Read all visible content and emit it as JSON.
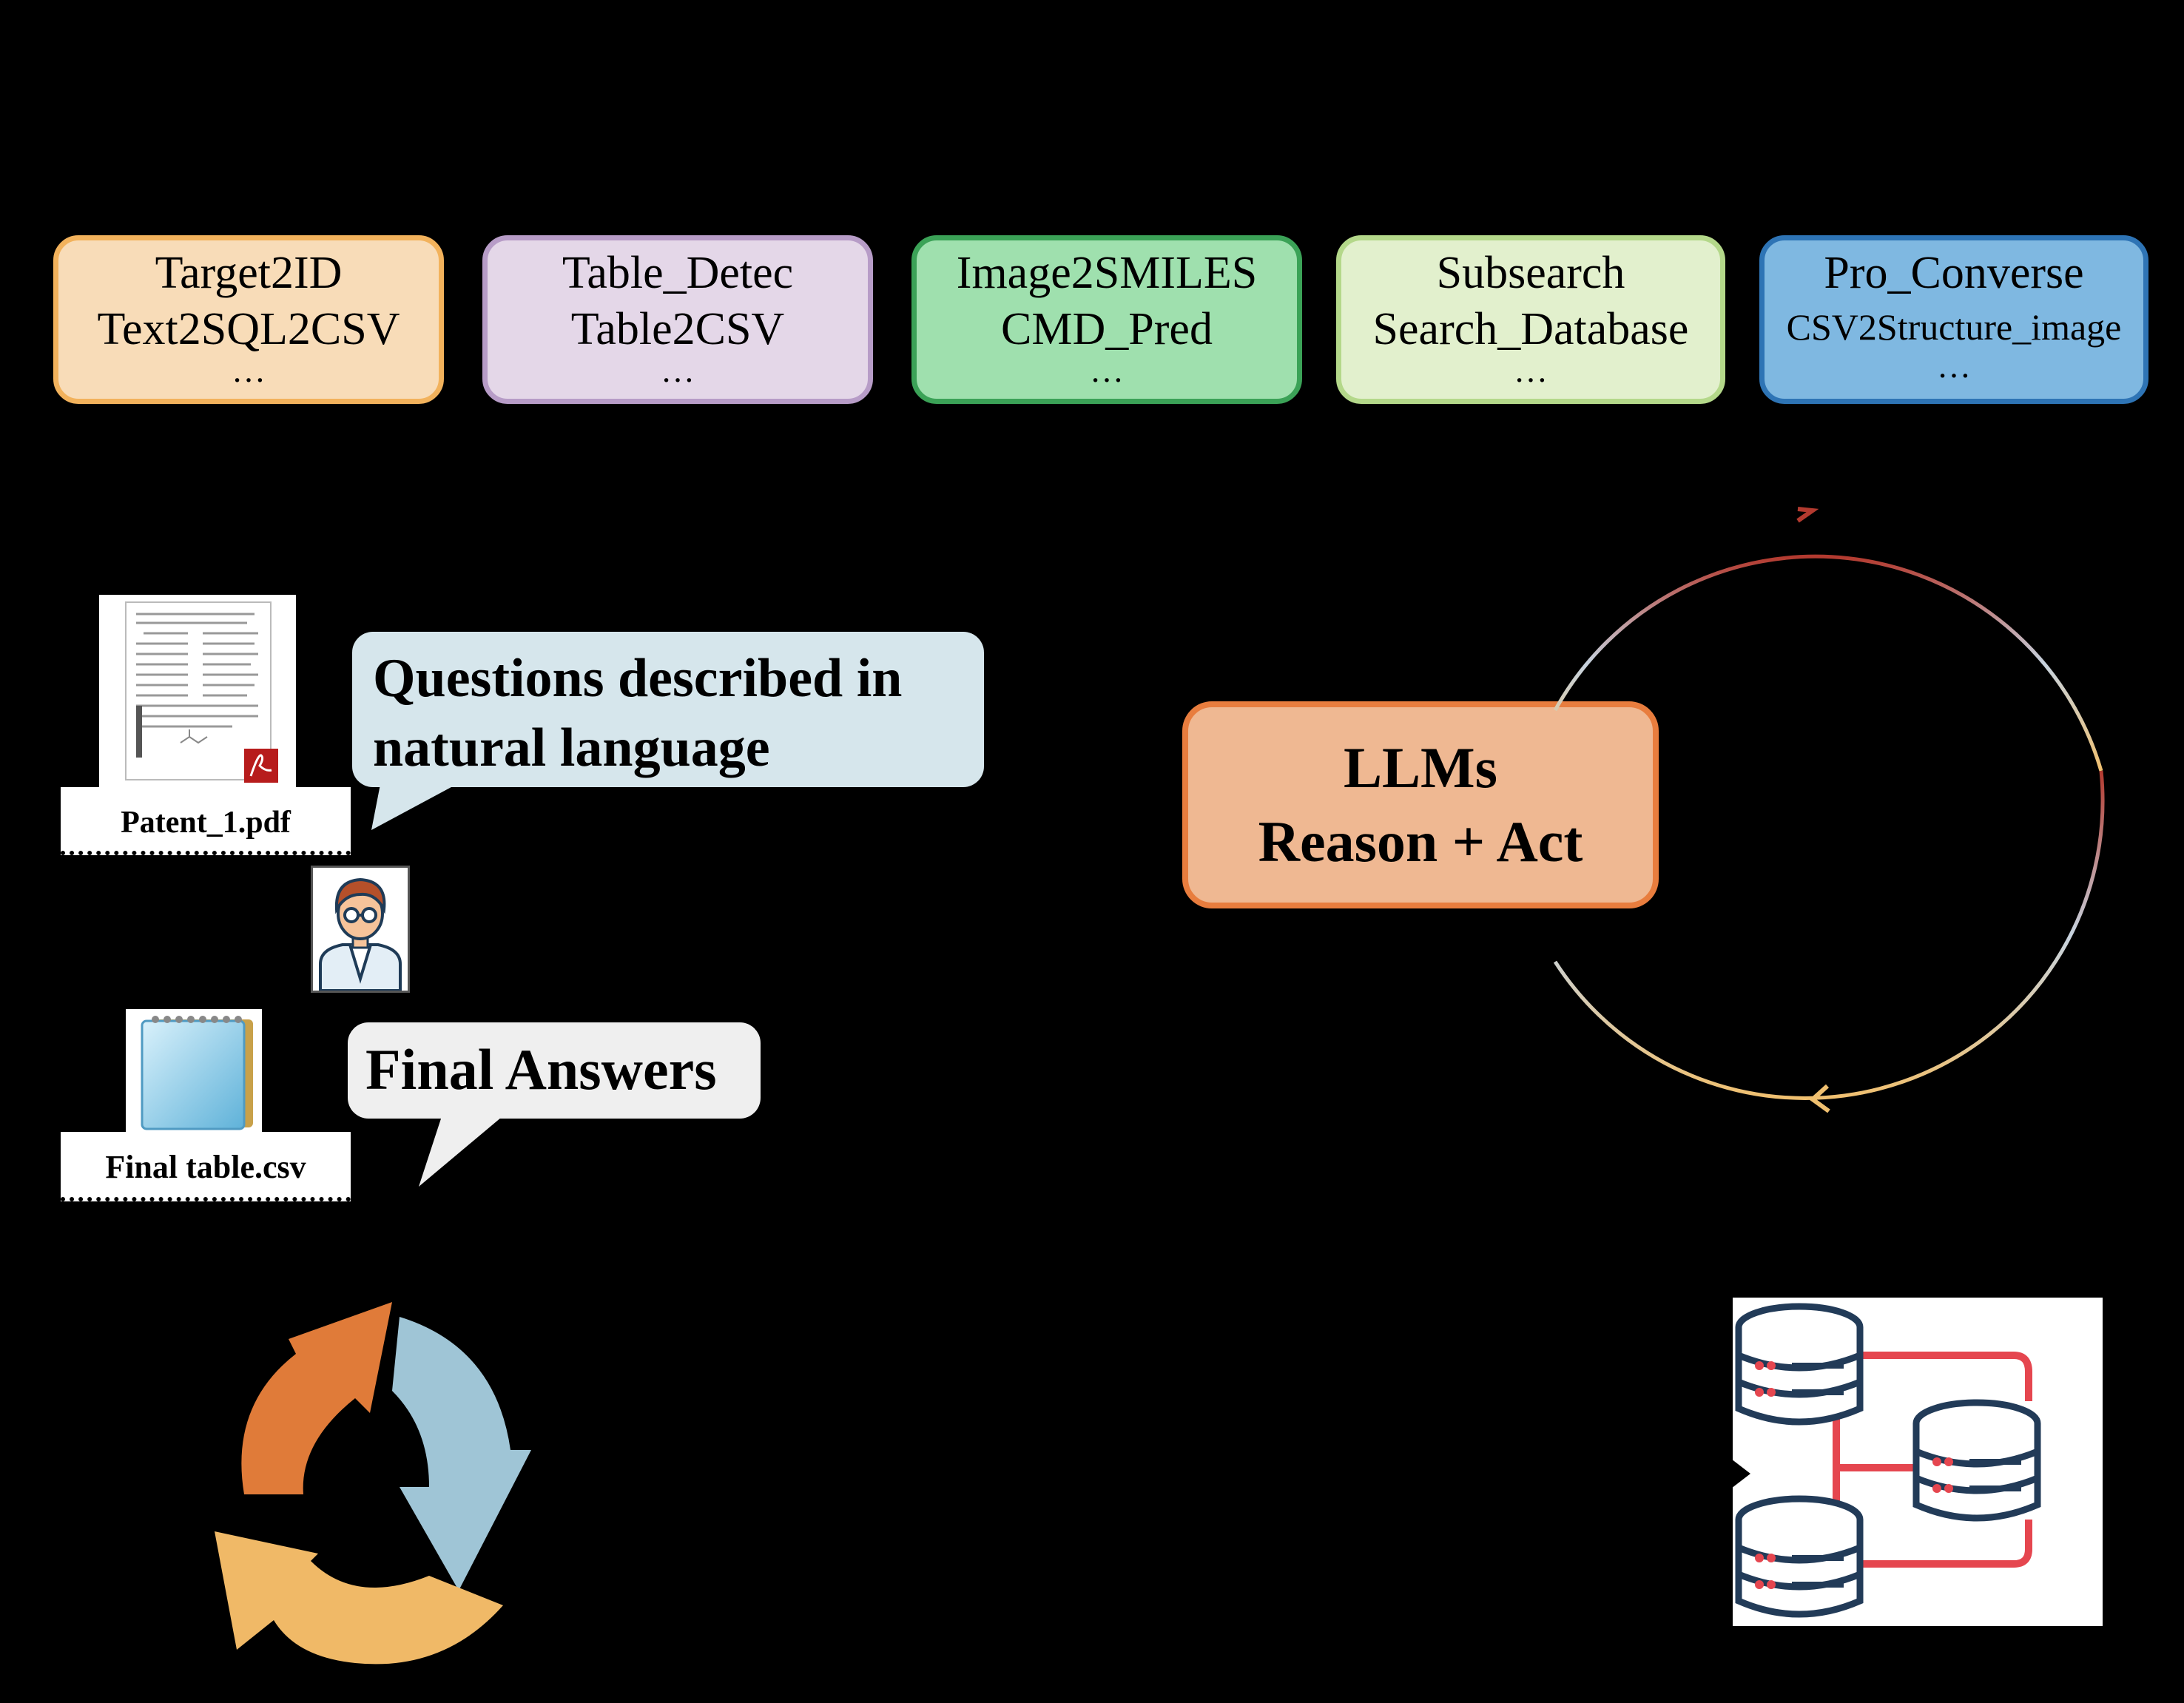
{
  "tools": [
    {
      "lines": [
        "Target2ID",
        "Text2SQL2CSV"
      ],
      "ellipsis": "…",
      "fill": "#f8dcb8",
      "border": "#f2b25c"
    },
    {
      "lines": [
        "Table_Detec",
        "Table2CSV"
      ],
      "ellipsis": "…",
      "fill": "#e4d7e8",
      "border": "#b79cc7"
    },
    {
      "lines": [
        "Image2SMILES",
        "CMD_Pred"
      ],
      "ellipsis": "…",
      "fill": "#9fe0ae",
      "border": "#3ba257"
    },
    {
      "lines": [
        "Subsearch",
        "Search_Database"
      ],
      "ellipsis": "…",
      "fill": "#e2f0cd",
      "border": "#b4d88a"
    },
    {
      "lines": [
        "Pro_Converse",
        "CSV2Structure_image"
      ],
      "ellipsis": "…",
      "fill": "#7fb8e1",
      "border": "#2e74b5"
    }
  ],
  "question_bubble": {
    "line1": "Questions described in",
    "line2": "natural language",
    "fill": "#d6e6ec"
  },
  "answer_bubble": {
    "text": "Final Answers",
    "fill": "#efefef"
  },
  "patent_file": {
    "label": "Patent_1.pdf",
    "icon": "pdf-document-icon"
  },
  "result_file": {
    "label": "Final table.csv",
    "icon": "notepad-icon"
  },
  "user_icon": "scientist-avatar-icon",
  "llm": {
    "line1": "LLMs",
    "line2": "Reason + Act",
    "fill": "#efb892",
    "border": "#e87d3e"
  },
  "cycle_colors": {
    "orange": "#e07b39",
    "blue": "#9fc5d6",
    "yellow": "#f0b967"
  },
  "loop_colors": {
    "top": "#c0392b",
    "right": "#c7d3df",
    "bottom": "#f0c070"
  },
  "database_icon": "database-network-icon"
}
